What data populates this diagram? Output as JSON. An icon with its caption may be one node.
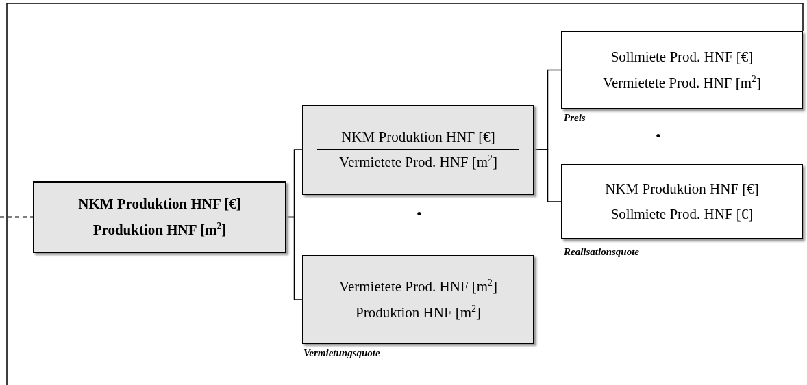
{
  "diagram": {
    "nodes": [
      {
        "text": [
          "NKM Produktion HNF [€]",
          "Produktion HNF [m$^{2}$]"
        ]
      },
      {
        "text": [
          "NKM Produktion HNF [€]",
          "Vermietete Prod. HNF [m$^{2}$]"
        ]
      },
      {
        "text": [
          "Vermietete Prod. HNF [m$^{2}$]",
          "Produktion HNF [m$^{2}$]"
        ],
        "beside": [
          "Vermietungsquote"
        ]
      },
      {
        "text": [
          "Sollmiete Prod. HNF [€]",
          "Vermietete Prod. HNF [m$^{2}$]"
        ],
        "beside": [
          "Preis"
        ]
      },
      {
        "text": [
          "NKM Produktion HNF [€]",
          "Sollmiete Prod. HNF [€]"
        ],
        "beside": [
          "Realisationsquote"
        ]
      }
    ],
    "edges": [
      {
        "from": null,
        "to": 0,
        "arrow": "none",
        "style": "dashed"
      },
      {
        "from": 0,
        "to": 1,
        "arrow": "none"
      },
      {
        "from": 0,
        "to": 2,
        "arrow": "none"
      },
      {
        "from": 1,
        "to": 3,
        "arrow": "none"
      },
      {
        "from": 1,
        "to": 4,
        "arrow": "none"
      }
    ],
    "labels": [
      "•",
      "•"
    ]
  }
}
